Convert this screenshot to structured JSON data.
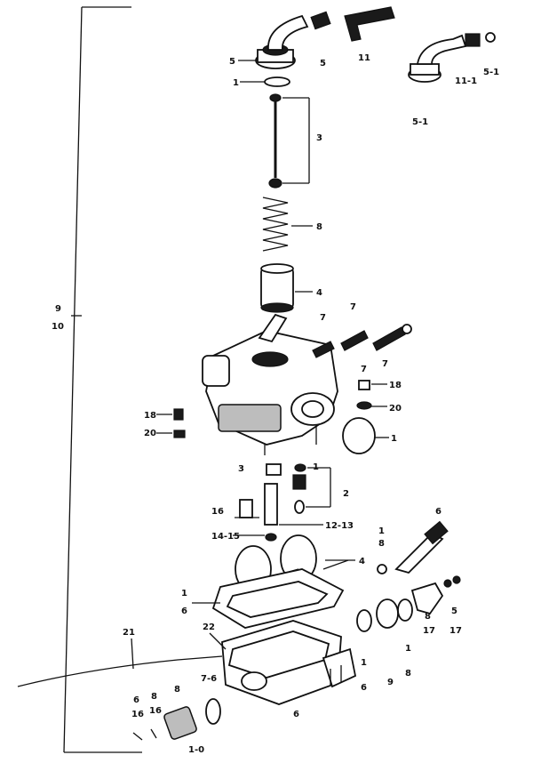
{
  "diagram": {
    "labels": [
      {
        "id": "5-top",
        "text": "5"
      },
      {
        "id": "5-mid",
        "text": "5"
      },
      {
        "id": "11",
        "text": "11"
      },
      {
        "id": "1-top",
        "text": "1"
      },
      {
        "id": "3-top",
        "text": "3"
      },
      {
        "id": "8-spring",
        "text": "8"
      },
      {
        "id": "4-slide",
        "text": "4"
      },
      {
        "id": "5-1",
        "text": "5-1"
      },
      {
        "id": "11-1",
        "text": "11-1"
      },
      {
        "id": "5-1b",
        "text": "5-1"
      },
      {
        "id": "9-10-a",
        "text": "9"
      },
      {
        "id": "9-10-b",
        "text": "10"
      },
      {
        "id": "7-a",
        "text": "7"
      },
      {
        "id": "7-b",
        "text": "7"
      },
      {
        "id": "7-c",
        "text": "7"
      },
      {
        "id": "7-d",
        "text": "7"
      },
      {
        "id": "18-right",
        "text": "18"
      },
      {
        "id": "20-right",
        "text": "20"
      },
      {
        "id": "1-right",
        "text": "1"
      },
      {
        "id": "18-left",
        "text": "18"
      },
      {
        "id": "20-left",
        "text": "20"
      },
      {
        "id": "3-lower",
        "text": "3"
      },
      {
        "id": "1-lower",
        "text": "1"
      },
      {
        "id": "2-lower",
        "text": "2"
      },
      {
        "id": "16",
        "text": "16"
      },
      {
        "id": "12-13",
        "text": "12-13"
      },
      {
        "id": "14-15",
        "text": "14-15"
      },
      {
        "id": "1-float-a",
        "text": "1"
      },
      {
        "id": "1-float-b",
        "text": "8"
      },
      {
        "id": "4-float",
        "text": "4"
      },
      {
        "id": "6-screw",
        "text": "6"
      },
      {
        "id": "1-gasket",
        "text": "1"
      },
      {
        "id": "6-gasket",
        "text": "6"
      },
      {
        "id": "21",
        "text": "21"
      },
      {
        "id": "22",
        "text": "22"
      },
      {
        "id": "6-body",
        "text": "6"
      },
      {
        "id": "1-6-a",
        "text": "1"
      },
      {
        "id": "1-6-b",
        "text": "6"
      },
      {
        "id": "9-r",
        "text": "9"
      },
      {
        "id": "1-8-r",
        "text": "1"
      },
      {
        "id": "1-8-r2",
        "text": "8"
      },
      {
        "id": "8-17-a",
        "text": "8"
      },
      {
        "id": "8-17-b",
        "text": "17"
      },
      {
        "id": "5-17-a",
        "text": "5"
      },
      {
        "id": "5-17-b",
        "text": "17"
      },
      {
        "id": "6-bl-a",
        "text": "6"
      },
      {
        "id": "6-bl-b",
        "text": "16"
      },
      {
        "id": "8-bl-a",
        "text": "8"
      },
      {
        "id": "8-bl-b",
        "text": "16"
      },
      {
        "id": "8-bm",
        "text": "8"
      },
      {
        "id": "7-6",
        "text": "7-6"
      },
      {
        "id": "1-0",
        "text": "1-0"
      }
    ]
  }
}
